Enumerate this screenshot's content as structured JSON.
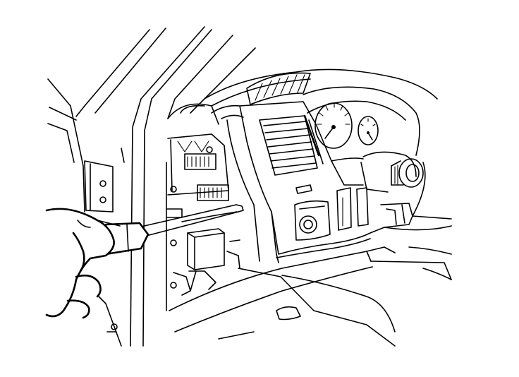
{
  "illustration": {
    "style": "black line art on white",
    "colors": {
      "ink": "#000000",
      "background": "#ffffff"
    },
    "components": [
      "door-pillar",
      "dashboard-bezel",
      "air-vent",
      "instrument-gauges",
      "ignition-knob",
      "relay-module",
      "screwdriver",
      "hand",
      "lower-trim-panel"
    ]
  }
}
